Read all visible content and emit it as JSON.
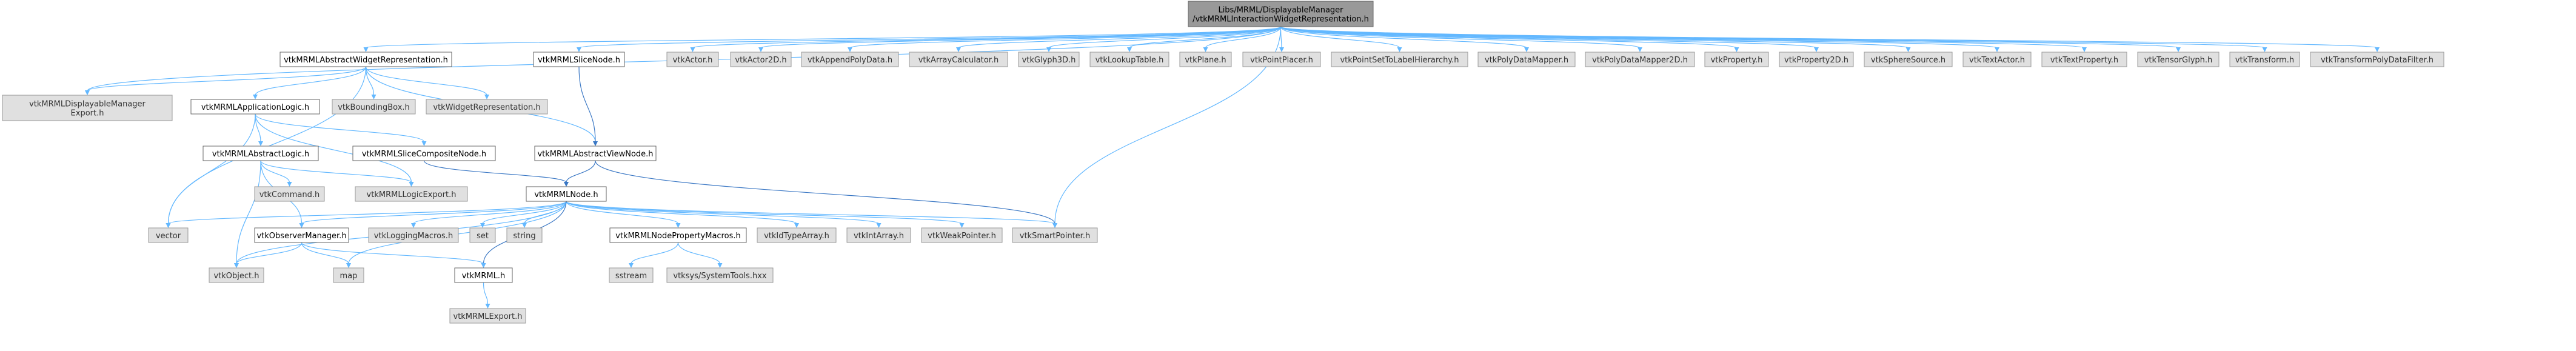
{
  "diagram": {
    "root": [
      "Libs/MRML/DisplayableManager",
      "/vtkMRMLInteractionWidgetRepresentation.h"
    ],
    "nodes": {
      "displayable_export": [
        "vtkMRMLDisplayableManager",
        "Export.h"
      ],
      "abstract_widget_rep": [
        "vtkMRMLAbstractWidgetRepresentation.h"
      ],
      "slice_node": [
        "vtkMRMLSliceNode.h"
      ],
      "vtkActor": [
        "vtkActor.h"
      ],
      "vtkActor2D": [
        "vtkActor2D.h"
      ],
      "vtkAppendPolyData": [
        "vtkAppendPolyData.h"
      ],
      "vtkArrayCalculator": [
        "vtkArrayCalculator.h"
      ],
      "vtkGlyph3D": [
        "vtkGlyph3D.h"
      ],
      "vtkLookupTable": [
        "vtkLookupTable.h"
      ],
      "vtkPlane": [
        "vtkPlane.h"
      ],
      "vtkPointPlacer": [
        "vtkPointPlacer.h"
      ],
      "vtkPointSetToLabelHierarchy": [
        "vtkPointSetToLabelHierarchy.h"
      ],
      "vtkPolyDataMapper": [
        "vtkPolyDataMapper.h"
      ],
      "vtkPolyDataMapper2D": [
        "vtkPolyDataMapper2D.h"
      ],
      "vtkProperty": [
        "vtkProperty.h"
      ],
      "vtkProperty2D": [
        "vtkProperty2D.h"
      ],
      "vtkSphereSource": [
        "vtkSphereSource.h"
      ],
      "vtkTextActor": [
        "vtkTextActor.h"
      ],
      "vtkTextProperty": [
        "vtkTextProperty.h"
      ],
      "vtkTensorGlyph": [
        "vtkTensorGlyph.h"
      ],
      "vtkTransform": [
        "vtkTransform.h"
      ],
      "vtkTransformPolyDataFilter": [
        "vtkTransformPolyDataFilter.h"
      ],
      "app_logic": [
        "vtkMRMLApplicationLogic.h"
      ],
      "vtkBoundingBox": [
        "vtkBoundingBox.h"
      ],
      "vtkWidgetRepresentation": [
        "vtkWidgetRepresentation.h"
      ],
      "abstract_logic": [
        "vtkMRMLAbstractLogic.h"
      ],
      "slice_composite": [
        "vtkMRMLSliceCompositeNode.h"
      ],
      "abstract_view": [
        "vtkMRMLAbstractViewNode.h"
      ],
      "vtkCommand": [
        "vtkCommand.h"
      ],
      "logic_export": [
        "vtkMRMLLogicExport.h"
      ],
      "mrml_node": [
        "vtkMRMLNode.h"
      ],
      "vector": [
        "vector"
      ],
      "observer_manager": [
        "vtkObserverManager.h"
      ],
      "vtkLoggingMacros": [
        "vtkLoggingMacros.h"
      ],
      "set": [
        "set"
      ],
      "string": [
        "string"
      ],
      "node_property_macros": [
        "vtkMRMLNodePropertyMacros.h"
      ],
      "vtkIdTypeArray": [
        "vtkIdTypeArray.h"
      ],
      "vtkIntArray": [
        "vtkIntArray.h"
      ],
      "vtkWeakPointer": [
        "vtkWeakPointer.h"
      ],
      "vtkSmartPointer": [
        "vtkSmartPointer.h"
      ],
      "vtkObject": [
        "vtkObject.h"
      ],
      "map": [
        "map"
      ],
      "mrml_h": [
        "vtkMRML.h"
      ],
      "sstream": [
        "sstream"
      ],
      "systemtools": [
        "vtksys/SystemTools.hxx"
      ],
      "mrml_export": [
        "vtkMRMLExport.h"
      ]
    },
    "colors": {
      "edge": "#63B8FF",
      "edge_dark": "#3A77C4",
      "node_fill_white": "#ffffff",
      "node_fill_gray": "#e0e0e0",
      "root_fill": "#999999"
    }
  }
}
